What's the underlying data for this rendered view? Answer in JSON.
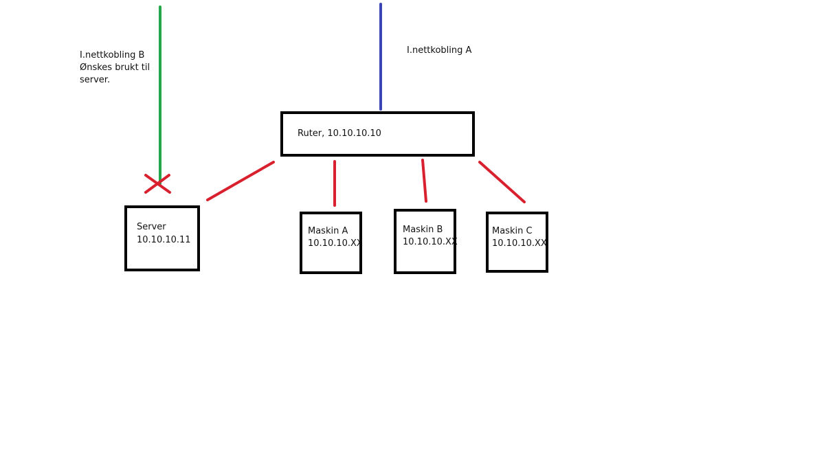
{
  "colors": {
    "connection_a": "#3b45b5",
    "connection_b": "#22a84a",
    "lan": "#d8202e",
    "box_border": "#000000"
  },
  "connection_a": {
    "label": "I.nettkobling A"
  },
  "connection_b": {
    "label_lines": [
      "I.nettkobling B",
      "Ønskes brukt til",
      "server."
    ]
  },
  "router": {
    "label": "Ruter, 10.10.10.10"
  },
  "server": {
    "name": "Server",
    "ip": "10.10.10.11"
  },
  "machines": [
    {
      "name": "Maskin A",
      "ip": "10.10.10.XX"
    },
    {
      "name": "Maskin B",
      "ip": "10.10.10.XX"
    },
    {
      "name": "Maskin C",
      "ip": "10.10.10.XX"
    }
  ]
}
